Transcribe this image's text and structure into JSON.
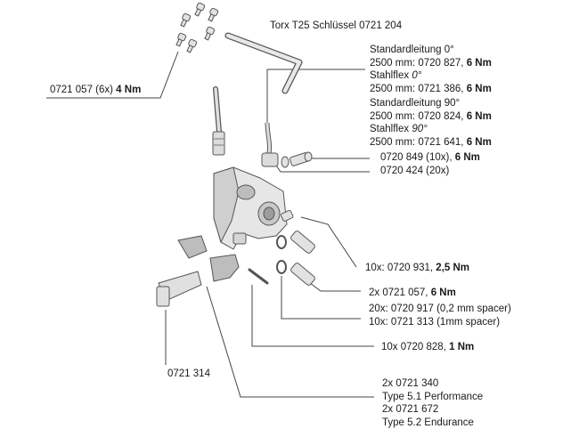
{
  "labels": {
    "torx": "Torx T25 Schlüssel 0721 204",
    "screws_pn": "0721 057 (6x)",
    "screws_torque": "4 Nm",
    "std0_title": "Standardleitung 0°",
    "std0_pn": "2500 mm:  0720 827,",
    "std0_torque": "6 Nm",
    "sf0_title": "Stahlflex",
    "sf0_deg": "0°",
    "sf0_pn": "2500 mm:  0721 386,",
    "sf0_torque": "6 Nm",
    "std90_title": "Standardleitung 90°",
    "std90_pn": "2500 mm:  0720 824,",
    "std90_torque": "6 Nm",
    "sf90_title": "Stahlflex",
    "sf90_deg": "90°",
    "sf90_pn": "2500 mm:  0721 641,",
    "sf90_torque": "6 Nm",
    "banjo_pn": "0720 849 (10x),",
    "banjo_torque": "6 Nm",
    "washer_pn": "0720 424 (20x)",
    "bleed_pn": "10x: 0720 931,",
    "bleed_torque": "2,5 Nm",
    "bolt_pn": "2x 0721 057,",
    "bolt_torque": "6 Nm",
    "spacer1": "20x: 0720 917 (0,2 mm spacer)",
    "spacer2": "10x: 0721 313 (1mm spacer)",
    "pin_pn": "10x 0720 828,",
    "pin_torque": "1 Nm",
    "sensor_pn": "0721 314",
    "pads1": "2x 0721 340",
    "pads2": "Type 5.1 Performance",
    "pads3": "2x 0721 672",
    "pads4": "Type 5.2 Endurance"
  },
  "colors": {
    "line": "#444444",
    "part_fill": "#e6e6e6",
    "part_shade": "#bdbdbd",
    "part_stroke": "#555555"
  }
}
